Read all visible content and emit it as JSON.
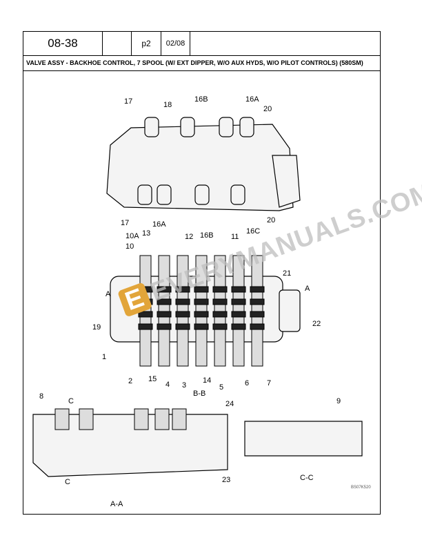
{
  "header": {
    "section": "08-38",
    "blank": "",
    "page": "p2",
    "date": "02/08"
  },
  "title": "VALVE ASSY - BACKHOE CONTROL, 7 SPOOL (W/ EXT DIPPER, W/O AUX HYDS, W/O PILOT CONTROLS) (580SM)",
  "callouts": [
    "17",
    "18",
    "16B",
    "16A",
    "20",
    "17",
    "16A",
    "16B",
    "16C",
    "20",
    "10A",
    "13",
    "12",
    "11",
    "10",
    "21",
    "A",
    "A",
    "19",
    "22",
    "1",
    "2",
    "15",
    "4",
    "3",
    "14",
    "5",
    "6",
    "7",
    "8",
    "C",
    "24",
    "9",
    "C",
    "23"
  ],
  "section_labels": {
    "bb": "B-B",
    "aa": "A-A",
    "cc": "C-C"
  },
  "figure_code": "BS07K520",
  "watermark": "EVERYMANUALS.COM",
  "watermark_color": "#e2a53a"
}
